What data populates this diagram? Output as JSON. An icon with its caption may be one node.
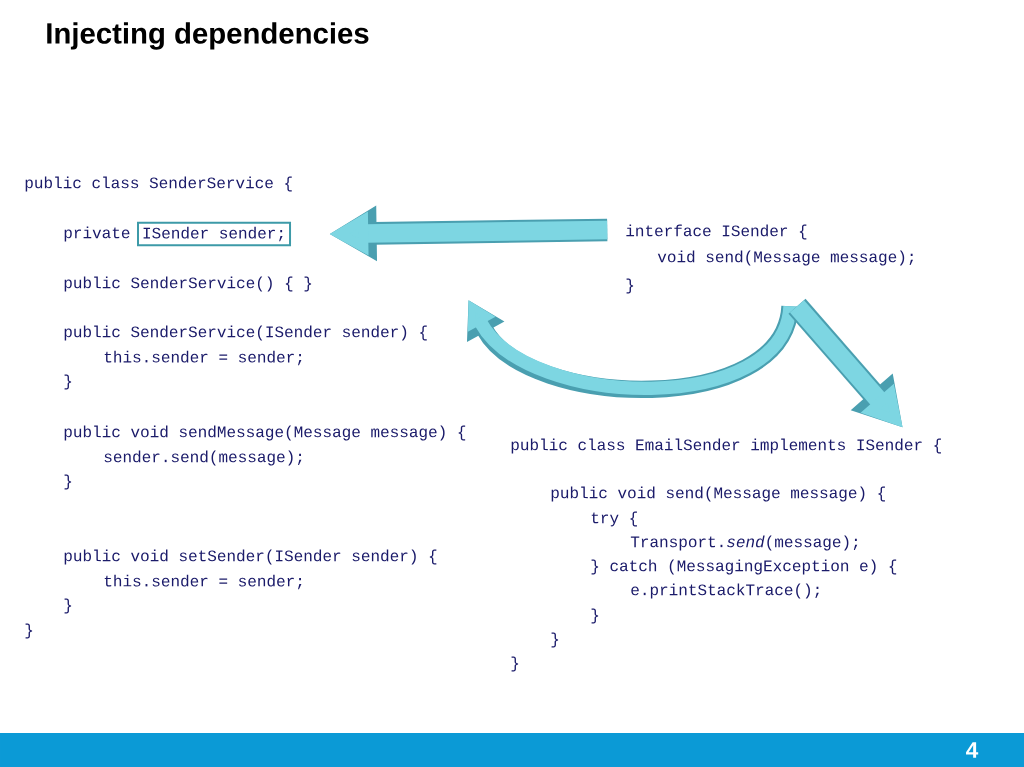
{
  "diagram": {
    "title": "Injecting dependencies",
    "nodes": [
      {
        "text": [
          "public class SenderService {",
          "private",
          "public SenderService() { }",
          "public SenderService(ISender sender) {",
          "this.sender = sender;",
          "}",
          "public void sendMessage(Message message) {",
          "sender.send(message);",
          "}",
          "public void setSender(ISender sender) {",
          "this.sender = sender;",
          "}",
          "}"
        ]
      },
      {
        "text": [
          "ISender sender;"
        ],
        "in": 0
      },
      {
        "text": [
          "interface ISender {",
          "void send(Message message);",
          "}"
        ]
      },
      {
        "text": [
          "public class EmailSender implements ISender {",
          "public void send(Message message) {",
          "try {",
          "Transport.*send*(message);",
          "} catch (MessagingException e) {",
          "e.printStackTrace();",
          "}",
          "}",
          "}"
        ]
      }
    ],
    "edges": [
      {
        "from": 2,
        "to": 1,
        "arrow": "to"
      },
      {
        "from": 2,
        "to": 0,
        "arrow": "to"
      },
      {
        "from": 2,
        "to": 3,
        "arrow": "to"
      }
    ],
    "labels": [
      "4"
    ]
  }
}
